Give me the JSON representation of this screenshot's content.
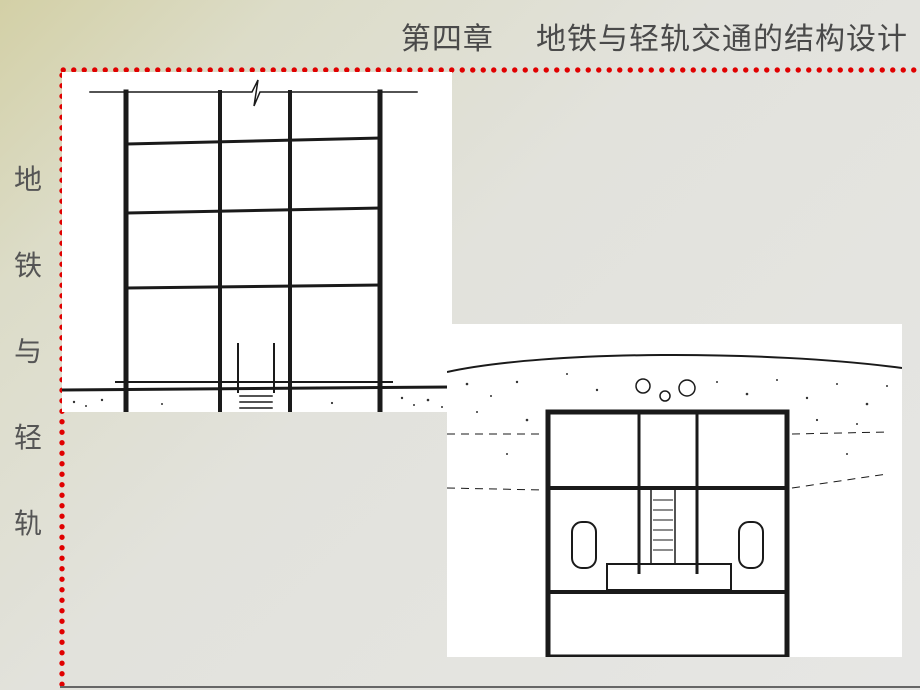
{
  "header": {
    "chapter_title": "第四章    地铁与轻轨交通的结构设计"
  },
  "side_title": {
    "chars": [
      "地",
      "铁",
      "与",
      "轻",
      "轨"
    ]
  },
  "colors": {
    "accent": "#e00000",
    "line": "#1a1a1a"
  },
  "figures": [
    {
      "name": "building-section-drawing"
    },
    {
      "name": "underground-station-section-drawing"
    }
  ]
}
